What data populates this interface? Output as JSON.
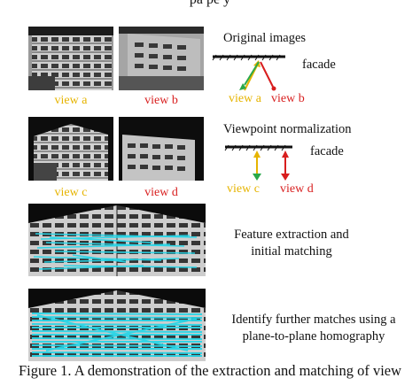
{
  "top_text": "pa                                  pe    y",
  "rows": [
    {
      "labels": [
        "view a",
        "view b"
      ],
      "step": "Original images",
      "facade": "facade",
      "arrow_labels": [
        "view a",
        "view b"
      ]
    },
    {
      "labels": [
        "view c",
        "view d"
      ],
      "step": "Viewpoint normalization",
      "facade": "facade",
      "arrow_labels": [
        "view c",
        "view d"
      ]
    },
    {
      "step": "Feature extraction and initial matching"
    },
    {
      "step": "Identify further matches using a plane-to-plane homography"
    }
  ],
  "colors": {
    "yellow": "#e6b400",
    "red": "#d81e1e",
    "green": "#2aa84a",
    "match": "#25d6e8"
  },
  "caption": "Figure 1. A demonstration of the extraction and matching of view"
}
